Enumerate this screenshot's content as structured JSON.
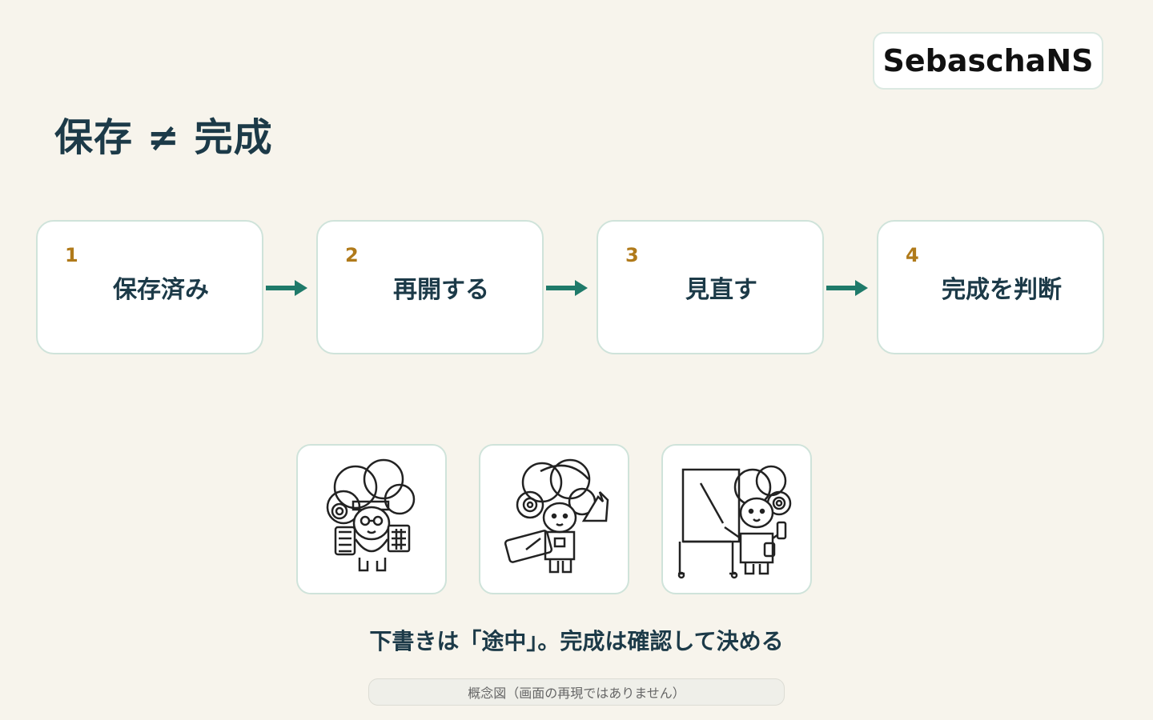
{
  "brand": {
    "name": "SebaschaNS"
  },
  "title": "保存 ≠ 完成",
  "steps": [
    {
      "number": "1",
      "label": "保存済み"
    },
    {
      "number": "2",
      "label": "再開する"
    },
    {
      "number": "3",
      "label": "見直す"
    },
    {
      "number": "4",
      "label": "完成を判断"
    }
  ],
  "illustrations": [
    {
      "icon": "character-with-calculator-icon"
    },
    {
      "icon": "character-with-tablet-icon"
    },
    {
      "icon": "character-at-whiteboard-icon"
    }
  ],
  "caption": "下書きは「途中」。完成は確認して決める",
  "footnote": "概念図（画面の再現ではありません）",
  "colors": {
    "accent": "#1f7a6a",
    "number": "#b07a1a",
    "card_border": "#cfe3da",
    "background": "#f7f4ec"
  }
}
